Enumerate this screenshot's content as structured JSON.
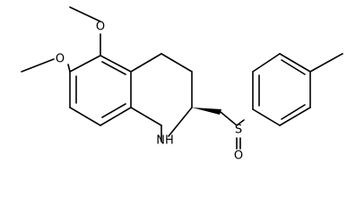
{
  "molecule": {
    "atoms": {
      "o_methoxy_top": "O",
      "o_methoxy_left": "O",
      "nh": "NH",
      "s": "S",
      "o_sulfoxide": "O"
    }
  }
}
